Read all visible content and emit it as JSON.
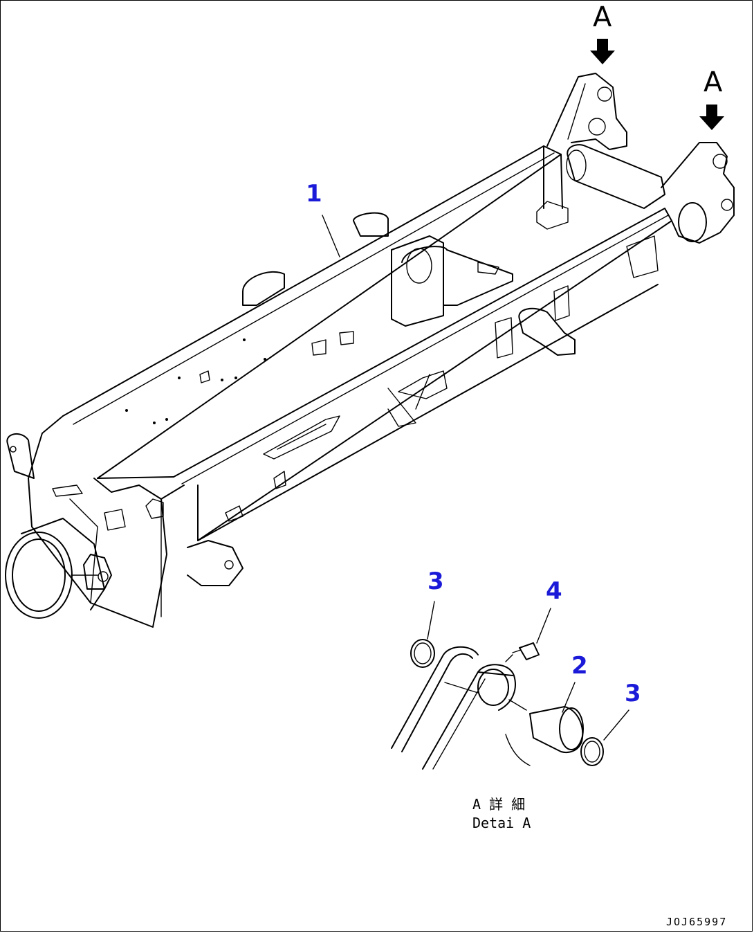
{
  "view_markers": {
    "left": "A",
    "right": "A"
  },
  "callouts": {
    "frame": "1",
    "pin": "2",
    "ring_left": "3",
    "ring_right": "3",
    "fitting": "4"
  },
  "detail_caption": {
    "line1": "A 詳 細",
    "line2": "Detai A"
  },
  "drawing_code": "JOJ65997",
  "colors": {
    "callout": "#1a1ad8",
    "line": "#000000"
  }
}
